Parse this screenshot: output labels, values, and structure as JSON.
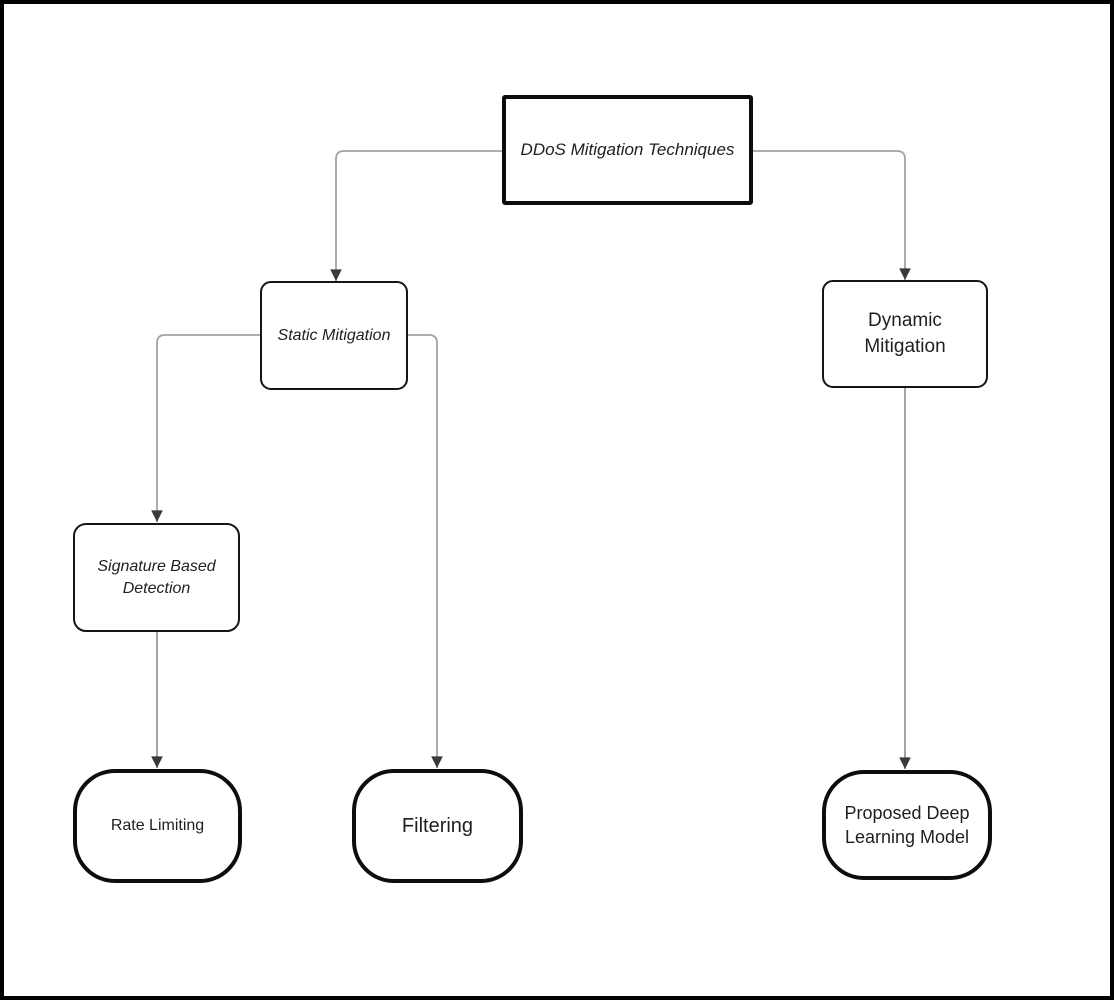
{
  "nodes": {
    "root": {
      "label": "DDoS Mitigation Techniques"
    },
    "static": {
      "label": "Static Mitigation"
    },
    "dynamic": {
      "label": "Dynamic\nMitigation"
    },
    "signature": {
      "label": "Signature Based\nDetection"
    },
    "rate": {
      "label": "Rate Limiting"
    },
    "filtering": {
      "label": "Filtering"
    },
    "proposed": {
      "label": "Proposed Deep\nLearning Model"
    }
  },
  "edges": [
    {
      "from": "DDoS Mitigation Techniques",
      "to": "Static Mitigation"
    },
    {
      "from": "DDoS Mitigation Techniques",
      "to": "Dynamic Mitigation"
    },
    {
      "from": "Static Mitigation",
      "to": "Signature Based Detection"
    },
    {
      "from": "Static Mitigation",
      "to": "Filtering"
    },
    {
      "from": "Signature Based Detection",
      "to": "Rate Limiting"
    },
    {
      "from": "Dynamic Mitigation",
      "to": "Proposed Deep Learning Model"
    }
  ],
  "colors": {
    "node_border": "#0d0d0d",
    "node_fill": "#ffffff",
    "connector": "#a3a3a3",
    "arrowhead": "#3a3a3a",
    "frame": "#000000",
    "background": "#ffffff",
    "text": "#1f1f1f"
  }
}
